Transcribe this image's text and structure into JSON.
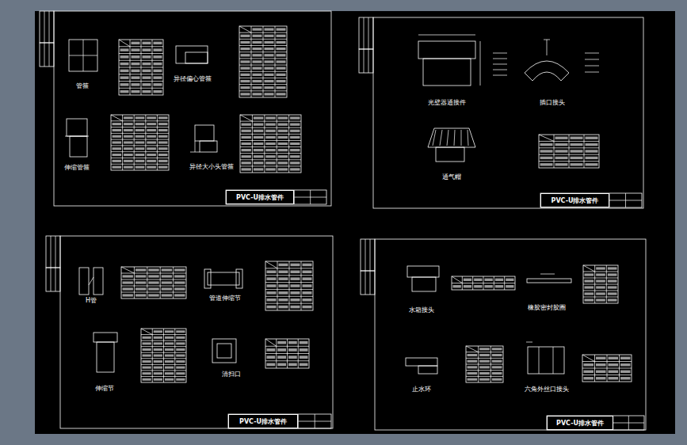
{
  "diagram": {
    "nodes": [
      {
        "text": [
          "PVC-U排水管件"
        ]
      },
      {
        "text": [
          "PVC-U排水管件"
        ]
      },
      {
        "text": [
          "PVC-U排水管件"
        ]
      },
      {
        "text": [
          "PVC-U排水管件"
        ]
      }
    ],
    "labels": [
      "管箍",
      "异径偏心管箍",
      "伸缩管箍",
      "异径大小头管箍",
      "光壁器通接件",
      "插口接头",
      "通气帽",
      "H管",
      "管道伸缩节",
      "伸缩节",
      "清扫口",
      "水箱接头",
      "橡胶密封胶圈",
      "止水环",
      "六角外丝口接头"
    ]
  }
}
